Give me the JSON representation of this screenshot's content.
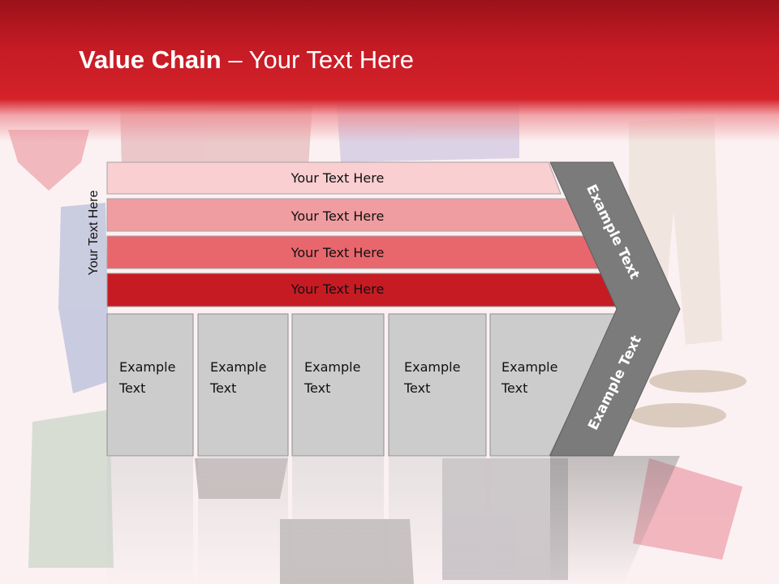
{
  "slide": {
    "title_bold": "Value Chain",
    "title_rest": " – Your Text Here",
    "side_label": "Your Text Here"
  },
  "bars": [
    {
      "label": "Your Text Here",
      "color": "#f9cfd1"
    },
    {
      "label": "Your Text Here",
      "color": "#f09da1"
    },
    {
      "label": "Your Text Here",
      "color": "#e8676d"
    },
    {
      "label": "Your Text Here",
      "color": "#c71b24"
    }
  ],
  "boxes": [
    {
      "line1": "Example",
      "line2": "Text"
    },
    {
      "line1": "Example",
      "line2": "Text"
    },
    {
      "line1": "Example",
      "line2": "Text"
    },
    {
      "line1": "Example",
      "line2": "Text"
    },
    {
      "line1": "Example",
      "line2": "Text"
    }
  ],
  "chevron": {
    "upper_label": "Example Text",
    "lower_label": "Example Text",
    "color": "#7b7b7b"
  },
  "colors": {
    "box_fill": "#cccccc",
    "title_band": "#c51b25"
  }
}
